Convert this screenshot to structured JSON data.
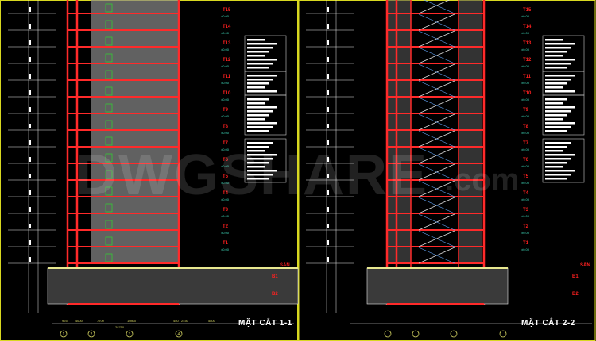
{
  "sections": [
    {
      "title": "MẶT CẮT 1-1"
    },
    {
      "title": "MẶT CẮT 2-2"
    }
  ],
  "floor_labels": [
    "T15",
    "T14",
    "T13",
    "T12",
    "T11",
    "T10",
    "T9",
    "T8",
    "T7",
    "T6",
    "T5",
    "T4",
    "T3",
    "T2",
    "T1"
  ],
  "ground_label": "SÂN",
  "basement_labels": [
    "B1",
    "B2"
  ],
  "level_tag": "±0.00",
  "dimensions_bottom": [
    "925",
    "4600",
    "7700",
    "10800",
    "450",
    "2450",
    "5800"
  ],
  "dimension_total": "28750",
  "grid_axes": [
    "1",
    "2",
    "3",
    "4"
  ],
  "watermark": {
    "main": "DWGSHARE",
    "suffix": ".com"
  },
  "colors": {
    "wall": "#ff2a2a",
    "frame": "#e8e8e8",
    "fill": "#8a8a8a",
    "dim": "#d0d060",
    "label": "#ff2020",
    "tag": "#40e0c0",
    "divider": "#d8d820"
  }
}
